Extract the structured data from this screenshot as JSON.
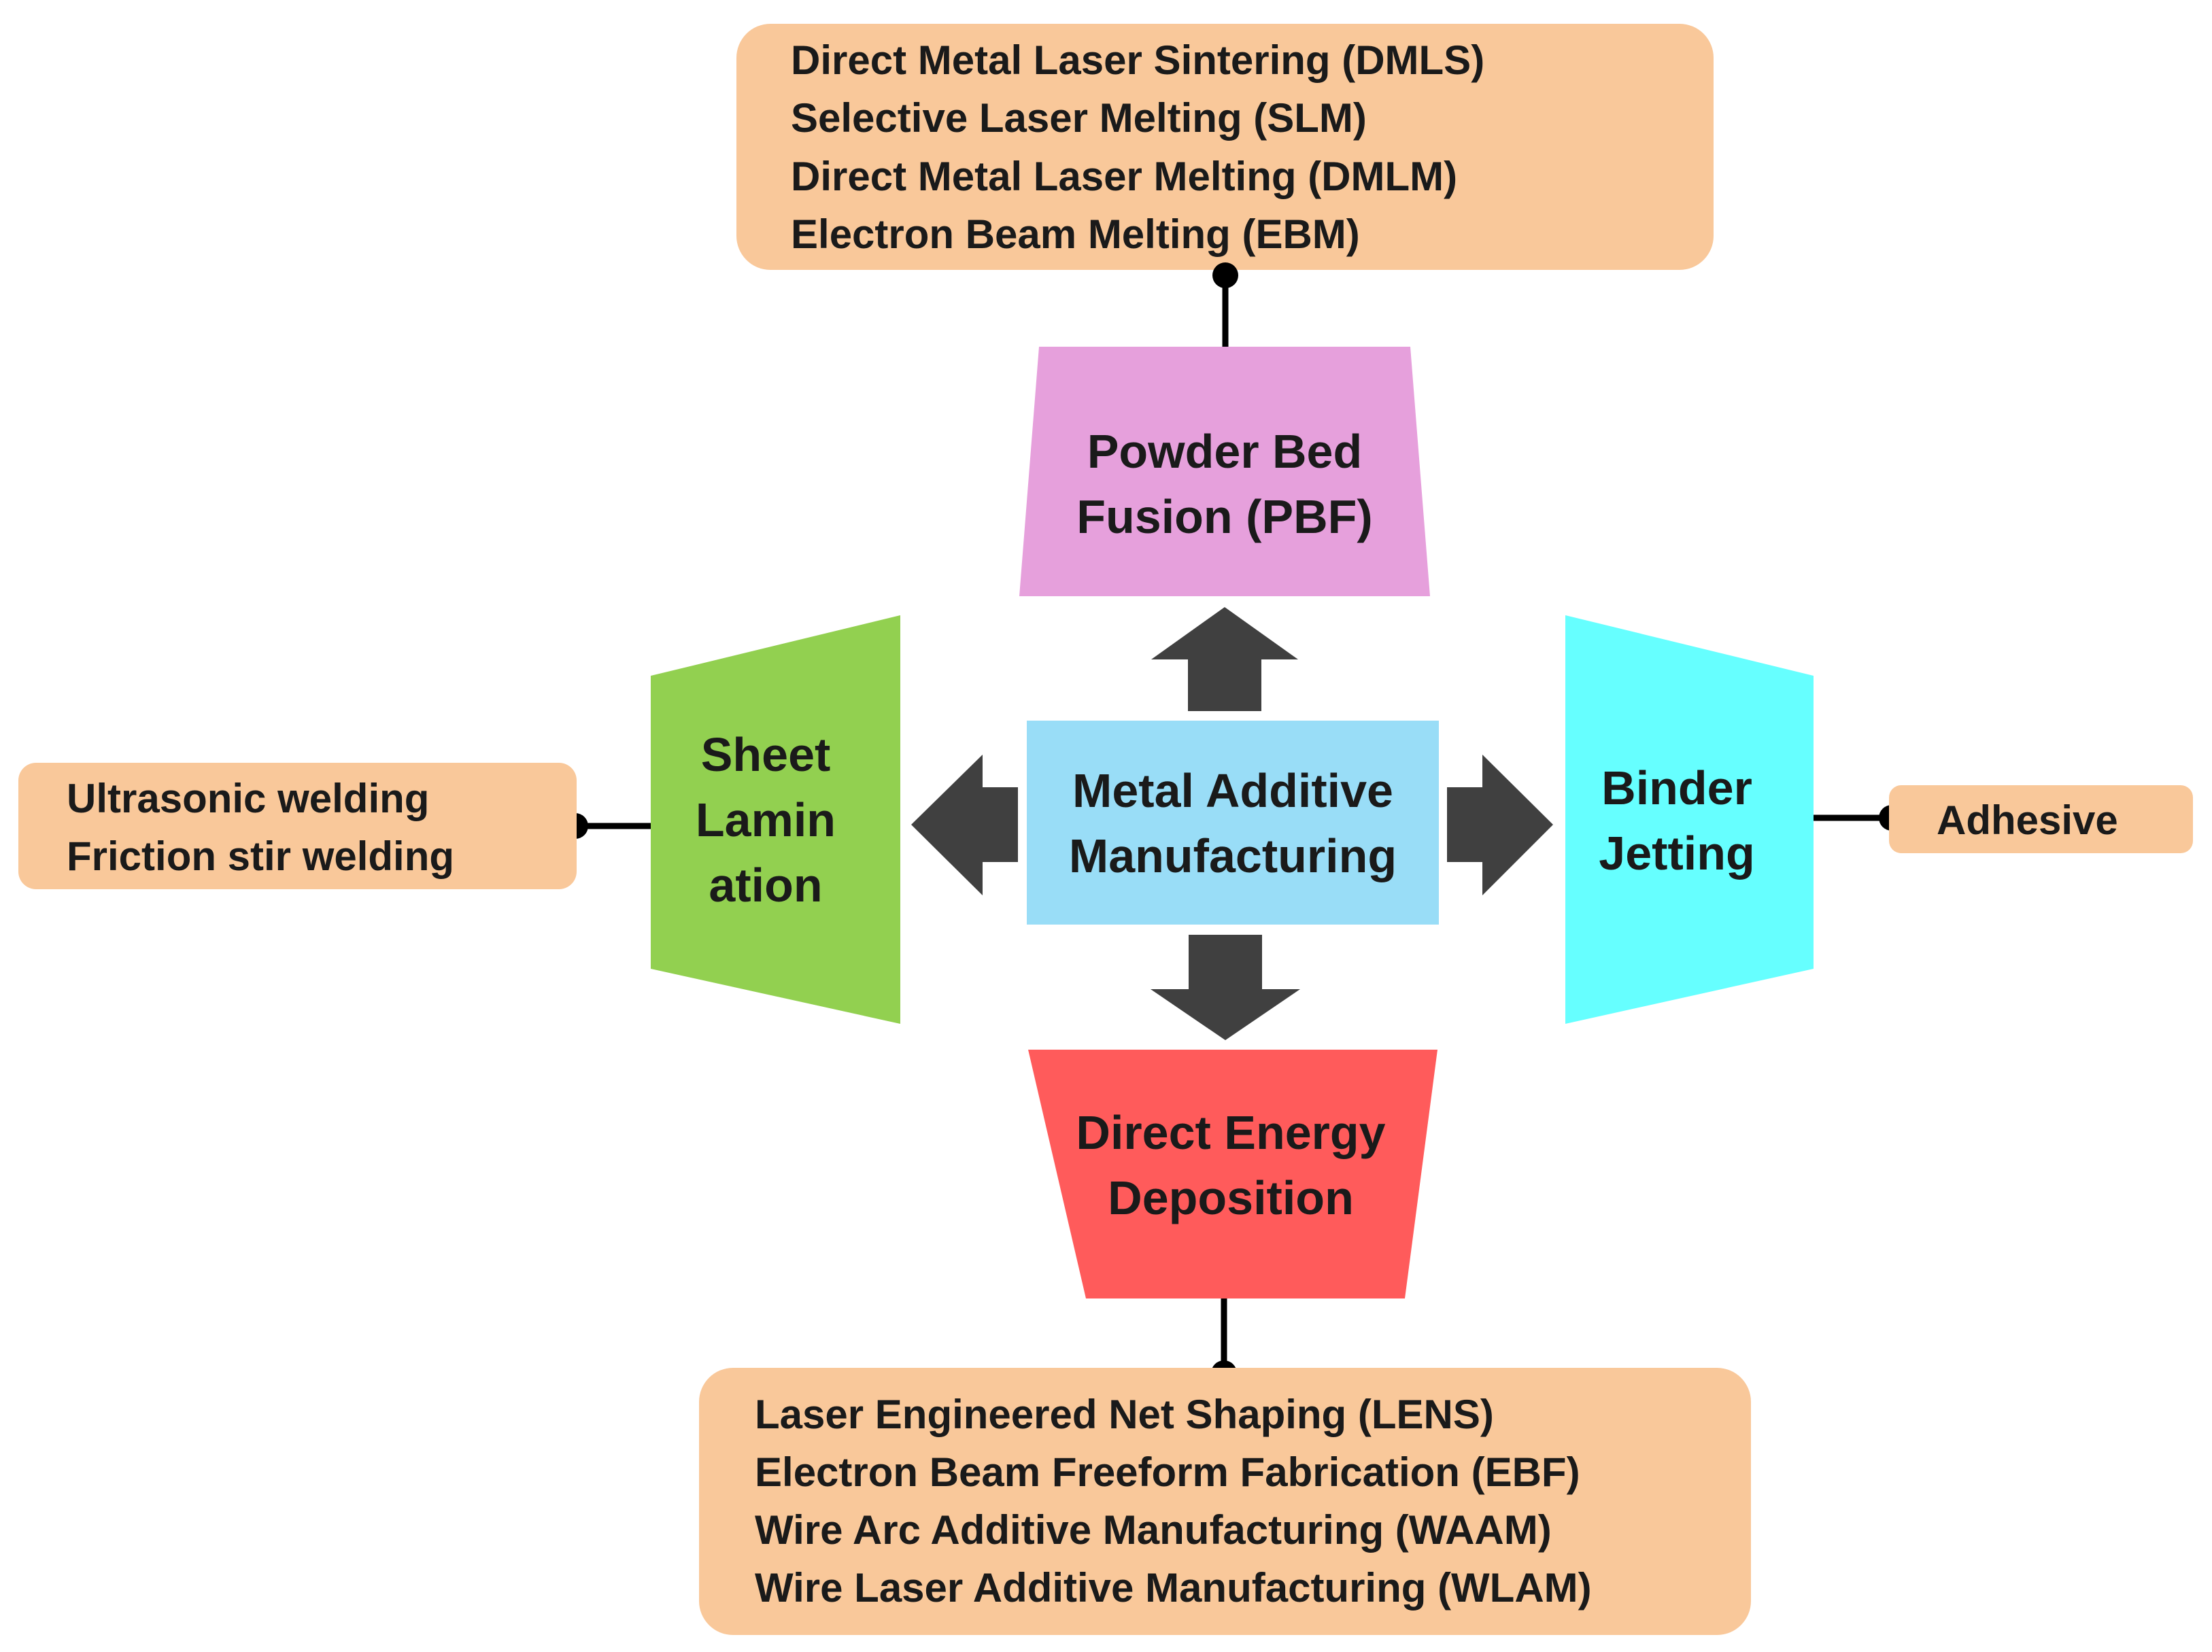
{
  "center": {
    "label_lines": [
      "Metal Additive",
      "Manufacturing"
    ],
    "color": "#99DDF7"
  },
  "categories": {
    "pbf": {
      "label_lines": [
        "Powder Bed",
        "Fusion (PBF)"
      ],
      "color": "#E6A0DC",
      "examples": [
        "Direct Metal Laser Sintering (DMLS)",
        "Selective Laser Melting (SLM)",
        "Direct Metal Laser Melting (DMLM)",
        "Electron Beam Melting (EBM)"
      ]
    },
    "sheet_lamination": {
      "label_lines": [
        "Sheet",
        "Lamin",
        "ation"
      ],
      "color": "#92D050",
      "examples": [
        "Ultrasonic welding",
        "Friction stir welding"
      ]
    },
    "binder_jetting": {
      "label_lines": [
        "Binder",
        "Jetting"
      ],
      "color": "#66FFFF",
      "examples": [
        "Adhesive"
      ]
    },
    "ded": {
      "label_lines": [
        "Direct Energy",
        "Deposition"
      ],
      "color": "#FF5B5B",
      "examples": [
        "Laser Engineered Net Shaping (LENS)",
        "Electron Beam Freeform Fabrication (EBF)",
        "Wire Arc Additive Manufacturing (WAAM)",
        "Wire Laser Additive Manufacturing (WLAM)"
      ]
    }
  },
  "colors": {
    "callout_fill": "#F9C89A",
    "arrow": "#404040",
    "connector": "#000000"
  }
}
